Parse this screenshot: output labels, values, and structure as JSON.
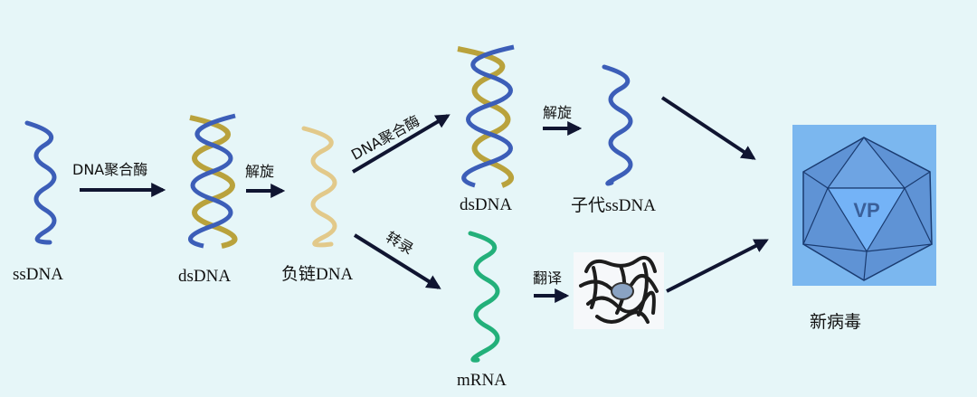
{
  "nodes": {
    "ssdna": "ssDNA",
    "dsdna1": "dsDNA",
    "negative_strand": "负链DNA",
    "dsdna2": "dsDNA",
    "progeny": "子代ssDNA",
    "mrna": "mRNA",
    "new_virus": "新病毒"
  },
  "arrows": {
    "polymerase_1": "DNA聚合酶",
    "unwind_1": "解旋",
    "polymerase_2": "DNA聚合酶",
    "transcription": "转录",
    "unwind_2": "解旋",
    "translation": "翻译"
  },
  "capsid": {
    "label": "VP"
  },
  "colors": {
    "background": "#e6f6f8",
    "dna_blue": "#3c5eb8",
    "dna_gold": "#b9a23c",
    "dna_tan": "#e2c98a",
    "rna_green": "#23b07a",
    "arrow": "#101531",
    "capsid_bg": "#7bb7ef"
  }
}
